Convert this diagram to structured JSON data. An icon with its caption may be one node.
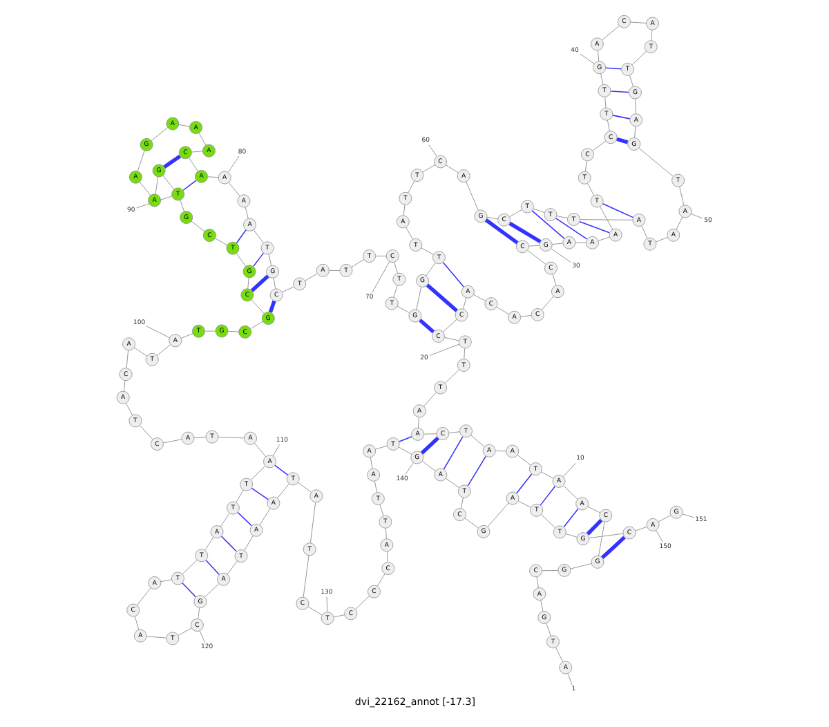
{
  "diagram": {
    "caption": "dvi_22162_annot [-17.3]",
    "nodes": [
      {
        "text": [
          "A"
        ]
      },
      {
        "text": [
          "T"
        ]
      },
      {
        "text": [
          "G"
        ]
      },
      {
        "text": [
          "A"
        ]
      },
      {
        "text": [
          "C"
        ]
      },
      {
        "text": [
          "G"
        ]
      },
      {
        "text": [
          "G"
        ]
      },
      {
        "text": [
          "C"
        ]
      },
      {
        "text": [
          "A"
        ]
      },
      {
        "text": [
          "A"
        ]
      },
      {
        "text": [
          "T"
        ]
      },
      {
        "text": [
          "A"
        ]
      },
      {
        "text": [
          "A"
        ]
      },
      {
        "text": [
          "T"
        ]
      },
      {
        "text": [
          "C"
        ]
      },
      {
        "text": [
          "A"
        ]
      },
      {
        "text": [
          "A"
        ]
      },
      {
        "text": [
          "T"
        ]
      },
      {
        "text": [
          "T"
        ]
      },
      {
        "text": [
          "T"
        ]
      },
      {
        "text": [
          "C"
        ]
      },
      {
        "text": [
          "C"
        ]
      },
      {
        "text": [
          "A"
        ]
      },
      {
        "text": [
          "C"
        ]
      },
      {
        "text": [
          "A"
        ]
      },
      {
        "text": [
          "C"
        ]
      },
      {
        "text": [
          "A"
        ]
      },
      {
        "text": [
          "C"
        ]
      },
      {
        "text": [
          "C"
        ]
      },
      {
        "text": [
          "G"
        ]
      },
      {
        "text": [
          "A"
        ]
      },
      {
        "text": [
          "A"
        ]
      },
      {
        "text": [
          "A"
        ]
      },
      {
        "text": [
          "T"
        ]
      },
      {
        "text": [
          "T"
        ]
      },
      {
        "text": [
          "C"
        ]
      },
      {
        "text": [
          "C"
        ]
      },
      {
        "text": [
          "T"
        ]
      },
      {
        "text": [
          "T"
        ]
      },
      {
        "text": [
          "G"
        ]
      },
      {
        "text": [
          "A"
        ]
      },
      {
        "text": [
          "C"
        ]
      },
      {
        "text": [
          "A"
        ]
      },
      {
        "text": [
          "T"
        ]
      },
      {
        "text": [
          "T"
        ]
      },
      {
        "text": [
          "G"
        ]
      },
      {
        "text": [
          "A"
        ]
      },
      {
        "text": [
          "G"
        ]
      },
      {
        "text": [
          "T"
        ]
      },
      {
        "text": [
          "A"
        ]
      },
      {
        "text": [
          "A"
        ]
      },
      {
        "text": [
          "T"
        ]
      },
      {
        "text": [
          "A"
        ]
      },
      {
        "text": [
          "T"
        ]
      },
      {
        "text": [
          "T"
        ]
      },
      {
        "text": [
          "T"
        ]
      },
      {
        "text": [
          "C"
        ]
      },
      {
        "text": [
          "G"
        ]
      },
      {
        "text": [
          "A"
        ]
      },
      {
        "text": [
          "C"
        ]
      },
      {
        "text": [
          "T"
        ]
      },
      {
        "text": [
          "T"
        ]
      },
      {
        "text": [
          "A"
        ]
      },
      {
        "text": [
          "T"
        ]
      },
      {
        "text": [
          "T"
        ]
      },
      {
        "text": [
          "G"
        ]
      },
      {
        "text": [
          "G"
        ]
      },
      {
        "text": [
          "T"
        ]
      },
      {
        "text": [
          "T"
        ]
      },
      {
        "text": [
          "C"
        ]
      },
      {
        "text": [
          "T"
        ]
      },
      {
        "text": [
          "T"
        ]
      },
      {
        "text": [
          "A"
        ]
      },
      {
        "text": [
          "T"
        ]
      },
      {
        "text": [
          "C"
        ]
      },
      {
        "text": [
          "G"
        ]
      },
      {
        "text": [
          "T"
        ]
      },
      {
        "text": [
          "A"
        ]
      },
      {
        "text": [
          "A"
        ]
      },
      {
        "text": [
          "A"
        ]
      },
      {
        "text": [
          "A"
        ]
      },
      {
        "text": [
          "C"
        ]
      },
      {
        "text": [
          "A"
        ]
      },
      {
        "text": [
          "A"
        ]
      },
      {
        "text": [
          "A"
        ]
      },
      {
        "text": [
          "G"
        ]
      },
      {
        "text": [
          "A"
        ]
      },
      {
        "text": [
          "A"
        ]
      },
      {
        "text": [
          "G"
        ]
      },
      {
        "text": [
          "T"
        ]
      },
      {
        "text": [
          "G"
        ]
      },
      {
        "text": [
          "C"
        ]
      },
      {
        "text": [
          "T"
        ]
      },
      {
        "text": [
          "G"
        ]
      },
      {
        "text": [
          "C"
        ]
      },
      {
        "text": [
          "G"
        ]
      },
      {
        "text": [
          "C"
        ]
      },
      {
        "text": [
          "G"
        ]
      },
      {
        "text": [
          "T"
        ]
      },
      {
        "text": [
          "A"
        ]
      },
      {
        "text": [
          "T"
        ]
      },
      {
        "text": [
          "A"
        ]
      },
      {
        "text": [
          "C"
        ]
      },
      {
        "text": [
          "A"
        ]
      },
      {
        "text": [
          "T"
        ]
      },
      {
        "text": [
          "C"
        ]
      },
      {
        "text": [
          "A"
        ]
      },
      {
        "text": [
          "T"
        ]
      },
      {
        "text": [
          "A"
        ]
      },
      {
        "text": [
          "A"
        ]
      },
      {
        "text": [
          "T"
        ]
      },
      {
        "text": [
          "T"
        ]
      },
      {
        "text": [
          "A"
        ]
      },
      {
        "text": [
          "T"
        ]
      },
      {
        "text": [
          "T"
        ]
      },
      {
        "text": [
          "A"
        ]
      },
      {
        "text": [
          "C"
        ]
      },
      {
        "text": [
          "A"
        ]
      },
      {
        "text": [
          "T"
        ]
      },
      {
        "text": [
          "C"
        ]
      },
      {
        "text": [
          "G"
        ]
      },
      {
        "text": [
          "A"
        ]
      },
      {
        "text": [
          "T"
        ]
      },
      {
        "text": [
          "A"
        ]
      },
      {
        "text": [
          "A"
        ]
      },
      {
        "text": [
          "T"
        ]
      },
      {
        "text": [
          "A"
        ]
      },
      {
        "text": [
          "T"
        ]
      },
      {
        "text": [
          "C"
        ]
      },
      {
        "text": [
          "T"
        ]
      },
      {
        "text": [
          "C"
        ]
      },
      {
        "text": [
          "C"
        ]
      },
      {
        "text": [
          "C"
        ]
      },
      {
        "text": [
          "A"
        ]
      },
      {
        "text": [
          "T"
        ]
      },
      {
        "text": [
          "T"
        ]
      },
      {
        "text": [
          "A"
        ]
      },
      {
        "text": [
          "A"
        ]
      },
      {
        "text": [
          "T"
        ]
      },
      {
        "text": [
          "G"
        ]
      },
      {
        "text": [
          "A"
        ]
      },
      {
        "text": [
          "T"
        ]
      },
      {
        "text": [
          "C"
        ]
      },
      {
        "text": [
          "G"
        ]
      },
      {
        "text": [
          "A"
        ]
      },
      {
        "text": [
          "T"
        ]
      },
      {
        "text": [
          "T"
        ]
      },
      {
        "text": [
          "G"
        ]
      },
      {
        "text": [
          "C"
        ]
      },
      {
        "text": [
          "A"
        ]
      },
      {
        "text": [
          "G"
        ]
      },
      {
        "text": [
          "1"
        ]
      },
      {
        "text": [
          "10"
        ]
      },
      {
        "text": [
          "20"
        ]
      },
      {
        "text": [
          "30"
        ]
      },
      {
        "text": [
          "40"
        ]
      },
      {
        "text": [
          "50"
        ]
      },
      {
        "text": [
          "60"
        ]
      },
      {
        "text": [
          "70"
        ]
      },
      {
        "text": [
          "80"
        ]
      },
      {
        "text": [
          "90"
        ]
      },
      {
        "text": [
          "100"
        ]
      },
      {
        "text": [
          "110"
        ]
      },
      {
        "text": [
          "120"
        ]
      },
      {
        "text": [
          "130"
        ]
      },
      {
        "text": [
          "140"
        ]
      },
      {
        "text": [
          "150"
        ]
      },
      {
        "text": [
          "151"
        ]
      }
    ],
    "edges": [
      {
        "from": 0,
        "to": 1,
        "arrow": "none"
      },
      {
        "from": 1,
        "to": 2,
        "arrow": "none"
      },
      {
        "from": 2,
        "to": 3,
        "arrow": "none"
      },
      {
        "from": 3,
        "to": 4,
        "arrow": "none"
      },
      {
        "from": 4,
        "to": 5,
        "arrow": "none"
      },
      {
        "from": 5,
        "to": 6,
        "arrow": "none"
      },
      {
        "from": 6,
        "to": 7,
        "arrow": "none"
      },
      {
        "from": 7,
        "to": 8,
        "arrow": "none"
      },
      {
        "from": 8,
        "to": 9,
        "arrow": "none"
      },
      {
        "from": 9,
        "to": 10,
        "arrow": "none"
      },
      {
        "from": 10,
        "to": 11,
        "arrow": "none"
      },
      {
        "from": 11,
        "to": 12,
        "arrow": "none"
      },
      {
        "from": 12,
        "to": 13,
        "arrow": "none"
      },
      {
        "from": 13,
        "to": 14,
        "arrow": "none"
      },
      {
        "from": 14,
        "to": 15,
        "arrow": "none"
      },
      {
        "from": 15,
        "to": 16,
        "arrow": "none"
      },
      {
        "from": 16,
        "to": 17,
        "arrow": "none"
      },
      {
        "from": 17,
        "to": 18,
        "arrow": "none"
      },
      {
        "from": 18,
        "to": 19,
        "arrow": "none"
      },
      {
        "from": 19,
        "to": 20,
        "arrow": "none"
      },
      {
        "from": 20,
        "to": 21,
        "arrow": "none"
      },
      {
        "from": 21,
        "to": 22,
        "arrow": "none"
      },
      {
        "from": 22,
        "to": 23,
        "arrow": "none"
      },
      {
        "from": 23,
        "to": 24,
        "arrow": "none"
      },
      {
        "from": 24,
        "to": 25,
        "arrow": "none"
      },
      {
        "from": 25,
        "to": 26,
        "arrow": "none"
      },
      {
        "from": 26,
        "to": 27,
        "arrow": "none"
      },
      {
        "from": 27,
        "to": 28,
        "arrow": "none"
      },
      {
        "from": 28,
        "to": 29,
        "arrow": "none"
      },
      {
        "from": 29,
        "to": 30,
        "arrow": "none"
      },
      {
        "from": 30,
        "to": 31,
        "arrow": "none"
      },
      {
        "from": 31,
        "to": 32,
        "arrow": "none"
      },
      {
        "from": 32,
        "to": 33,
        "arrow": "none"
      },
      {
        "from": 33,
        "to": 34,
        "arrow": "none"
      },
      {
        "from": 34,
        "to": 35,
        "arrow": "none"
      },
      {
        "from": 35,
        "to": 36,
        "arrow": "none"
      },
      {
        "from": 36,
        "to": 37,
        "arrow": "none"
      },
      {
        "from": 37,
        "to": 38,
        "arrow": "none"
      },
      {
        "from": 38,
        "to": 39,
        "arrow": "none"
      },
      {
        "from": 39,
        "to": 40,
        "arrow": "none"
      },
      {
        "from": 40,
        "to": 41,
        "arrow": "none"
      },
      {
        "from": 41,
        "to": 42,
        "arrow": "none"
      },
      {
        "from": 42,
        "to": 43,
        "arrow": "none"
      },
      {
        "from": 43,
        "to": 44,
        "arrow": "none"
      },
      {
        "from": 44,
        "to": 45,
        "arrow": "none"
      },
      {
        "from": 45,
        "to": 46,
        "arrow": "none"
      },
      {
        "from": 46,
        "to": 47,
        "arrow": "none"
      },
      {
        "from": 47,
        "to": 48,
        "arrow": "none"
      },
      {
        "from": 48,
        "to": 49,
        "arrow": "none"
      },
      {
        "from": 49,
        "to": 50,
        "arrow": "none"
      },
      {
        "from": 50,
        "to": 51,
        "arrow": "none"
      },
      {
        "from": 51,
        "to": 52,
        "arrow": "none"
      },
      {
        "from": 52,
        "to": 53,
        "arrow": "none"
      },
      {
        "from": 53,
        "to": 54,
        "arrow": "none"
      },
      {
        "from": 54,
        "to": 55,
        "arrow": "none"
      },
      {
        "from": 55,
        "to": 56,
        "arrow": "none"
      },
      {
        "from": 56,
        "to": 57,
        "arrow": "none"
      },
      {
        "from": 57,
        "to": 58,
        "arrow": "none"
      },
      {
        "from": 58,
        "to": 59,
        "arrow": "none"
      },
      {
        "from": 59,
        "to": 60,
        "arrow": "none"
      },
      {
        "from": 60,
        "to": 61,
        "arrow": "none"
      },
      {
        "from": 61,
        "to": 62,
        "arrow": "none"
      },
      {
        "from": 62,
        "to": 63,
        "arrow": "none"
      },
      {
        "from": 63,
        "to": 64,
        "arrow": "none"
      },
      {
        "from": 64,
        "to": 65,
        "arrow": "none"
      },
      {
        "from": 65,
        "to": 66,
        "arrow": "none"
      },
      {
        "from": 66,
        "to": 67,
        "arrow": "none"
      },
      {
        "from": 67,
        "to": 68,
        "arrow": "none"
      },
      {
        "from": 68,
        "to": 69,
        "arrow": "none"
      },
      {
        "from": 69,
        "to": 70,
        "arrow": "none"
      },
      {
        "from": 70,
        "to": 71,
        "arrow": "none"
      },
      {
        "from": 71,
        "to": 72,
        "arrow": "none"
      },
      {
        "from": 72,
        "to": 73,
        "arrow": "none"
      },
      {
        "from": 73,
        "to": 74,
        "arrow": "none"
      },
      {
        "from": 74,
        "to": 75,
        "arrow": "none"
      },
      {
        "from": 75,
        "to": 76,
        "arrow": "none"
      },
      {
        "from": 76,
        "to": 77,
        "arrow": "none"
      },
      {
        "from": 77,
        "to": 78,
        "arrow": "none"
      },
      {
        "from": 78,
        "to": 79,
        "arrow": "none"
      },
      {
        "from": 79,
        "to": 80,
        "arrow": "none"
      },
      {
        "from": 80,
        "to": 81,
        "arrow": "none"
      },
      {
        "from": 81,
        "to": 82,
        "arrow": "none"
      },
      {
        "from": 82,
        "to": 83,
        "arrow": "none"
      },
      {
        "from": 83,
        "to": 84,
        "arrow": "none"
      },
      {
        "from": 84,
        "to": 85,
        "arrow": "none"
      },
      {
        "from": 85,
        "to": 86,
        "arrow": "none"
      },
      {
        "from": 86,
        "to": 87,
        "arrow": "none"
      },
      {
        "from": 87,
        "to": 88,
        "arrow": "none"
      },
      {
        "from": 88,
        "to": 89,
        "arrow": "none"
      },
      {
        "from": 89,
        "to": 90,
        "arrow": "none"
      },
      {
        "from": 90,
        "to": 91,
        "arrow": "none"
      },
      {
        "from": 91,
        "to": 92,
        "arrow": "none"
      },
      {
        "from": 92,
        "to": 93,
        "arrow": "none"
      },
      {
        "from": 93,
        "to": 94,
        "arrow": "none"
      },
      {
        "from": 94,
        "to": 95,
        "arrow": "none"
      },
      {
        "from": 95,
        "to": 96,
        "arrow": "none"
      },
      {
        "from": 96,
        "to": 97,
        "arrow": "none"
      },
      {
        "from": 97,
        "to": 98,
        "arrow": "none"
      },
      {
        "from": 98,
        "to": 99,
        "arrow": "none"
      },
      {
        "from": 99,
        "to": 100,
        "arrow": "none"
      },
      {
        "from": 100,
        "to": 101,
        "arrow": "none"
      },
      {
        "from": 101,
        "to": 102,
        "arrow": "none"
      },
      {
        "from": 102,
        "to": 103,
        "arrow": "none"
      },
      {
        "from": 103,
        "to": 104,
        "arrow": "none"
      },
      {
        "from": 104,
        "to": 105,
        "arrow": "none"
      },
      {
        "from": 105,
        "to": 106,
        "arrow": "none"
      },
      {
        "from": 106,
        "to": 107,
        "arrow": "none"
      },
      {
        "from": 107,
        "to": 108,
        "arrow": "none"
      },
      {
        "from": 108,
        "to": 109,
        "arrow": "none"
      },
      {
        "from": 109,
        "to": 110,
        "arrow": "none"
      },
      {
        "from": 110,
        "to": 111,
        "arrow": "none"
      },
      {
        "from": 111,
        "to": 112,
        "arrow": "none"
      },
      {
        "from": 112,
        "to": 113,
        "arrow": "none"
      },
      {
        "from": 113,
        "to": 114,
        "arrow": "none"
      },
      {
        "from": 114,
        "to": 115,
        "arrow": "none"
      },
      {
        "from": 115,
        "to": 116,
        "arrow": "none"
      },
      {
        "from": 116,
        "to": 117,
        "arrow": "none"
      },
      {
        "from": 117,
        "to": 118,
        "arrow": "none"
      },
      {
        "from": 118,
        "to": 119,
        "arrow": "none"
      },
      {
        "from": 119,
        "to": 120,
        "arrow": "none"
      },
      {
        "from": 120,
        "to": 121,
        "arrow": "none"
      },
      {
        "from": 121,
        "to": 122,
        "arrow": "none"
      },
      {
        "from": 122,
        "to": 123,
        "arrow": "none"
      },
      {
        "from": 123,
        "to": 124,
        "arrow": "none"
      },
      {
        "from": 124,
        "to": 125,
        "arrow": "none"
      },
      {
        "from": 125,
        "to": 126,
        "arrow": "none"
      },
      {
        "from": 126,
        "to": 127,
        "arrow": "none"
      },
      {
        "from": 127,
        "to": 128,
        "arrow": "none"
      },
      {
        "from": 128,
        "to": 129,
        "arrow": "none"
      },
      {
        "from": 129,
        "to": 130,
        "arrow": "none"
      },
      {
        "from": 130,
        "to": 131,
        "arrow": "none"
      },
      {
        "from": 131,
        "to": 132,
        "arrow": "none"
      },
      {
        "from": 132,
        "to": 133,
        "arrow": "none"
      },
      {
        "from": 133,
        "to": 134,
        "arrow": "none"
      },
      {
        "from": 134,
        "to": 135,
        "arrow": "none"
      },
      {
        "from": 135,
        "to": 136,
        "arrow": "none"
      },
      {
        "from": 136,
        "to": 137,
        "arrow": "none"
      },
      {
        "from": 137,
        "to": 138,
        "arrow": "none"
      },
      {
        "from": 138,
        "to": 139,
        "arrow": "none"
      },
      {
        "from": 139,
        "to": 140,
        "arrow": "none"
      },
      {
        "from": 140,
        "to": 141,
        "arrow": "none"
      },
      {
        "from": 141,
        "to": 142,
        "arrow": "none"
      },
      {
        "from": 142,
        "to": 143,
        "arrow": "none"
      },
      {
        "from": 143,
        "to": 144,
        "arrow": "none"
      },
      {
        "from": 144,
        "to": 145,
        "arrow": "none"
      },
      {
        "from": 145,
        "to": 146,
        "arrow": "none"
      },
      {
        "from": 146,
        "to": 147,
        "arrow": "none"
      },
      {
        "from": 147,
        "to": 148,
        "arrow": "none"
      },
      {
        "from": 148,
        "to": 149,
        "arrow": "none"
      },
      {
        "from": 149,
        "to": 150,
        "arrow": "none"
      },
      {
        "from": 6,
        "to": 148,
        "arrow": "none",
        "style": "thick",
        "color": "#3333ff"
      },
      {
        "from": 7,
        "to": 147,
        "arrow": "none",
        "style": "thick",
        "color": "#3333ff"
      },
      {
        "from": 8,
        "to": 146,
        "arrow": "none",
        "color": "#3333ff"
      },
      {
        "from": 9,
        "to": 145,
        "arrow": "none",
        "color": "#3333ff"
      },
      {
        "from": 10,
        "to": 144,
        "arrow": "none",
        "color": "#3333ff"
      },
      {
        "from": 12,
        "to": 141,
        "arrow": "none",
        "color": "#3333ff"
      },
      {
        "from": 13,
        "to": 140,
        "arrow": "none",
        "color": "#3333ff"
      },
      {
        "from": 14,
        "to": 139,
        "arrow": "none",
        "style": "thick",
        "color": "#3333ff"
      },
      {
        "from": 15,
        "to": 138,
        "arrow": "none",
        "color": "#3333ff"
      },
      {
        "from": 20,
        "to": 66,
        "arrow": "none",
        "style": "thick",
        "color": "#3333ff"
      },
      {
        "from": 21,
        "to": 65,
        "arrow": "none",
        "style": "thick",
        "color": "#3333ff"
      },
      {
        "from": 22,
        "to": 64,
        "arrow": "none",
        "color": "#3333ff"
      },
      {
        "from": 28,
        "to": 57,
        "arrow": "none",
        "style": "thick",
        "color": "#3333ff"
      },
      {
        "from": 29,
        "to": 56,
        "arrow": "none",
        "style": "thick",
        "color": "#3333ff"
      },
      {
        "from": 30,
        "to": 55,
        "arrow": "none",
        "color": "#3333ff"
      },
      {
        "from": 31,
        "to": 54,
        "arrow": "none",
        "color": "#3333ff"
      },
      {
        "from": 32,
        "to": 53,
        "arrow": "none",
        "color": "#3333ff"
      },
      {
        "from": 33,
        "to": 52,
        "arrow": "none",
        "color": "#3333ff"
      },
      {
        "from": 36,
        "to": 47,
        "arrow": "none",
        "style": "thick",
        "color": "#3333ff"
      },
      {
        "from": 37,
        "to": 46,
        "arrow": "none",
        "color": "#3333ff"
      },
      {
        "from": 38,
        "to": 45,
        "arrow": "none",
        "color": "#3333ff"
      },
      {
        "from": 39,
        "to": 44,
        "arrow": "none",
        "color": "#3333ff"
      },
      {
        "from": 74,
        "to": 95,
        "arrow": "none",
        "style": "thick",
        "color": "#3333ff"
      },
      {
        "from": 75,
        "to": 94,
        "arrow": "none",
        "style": "thick",
        "color": "#3333ff"
      },
      {
        "from": 76,
        "to": 93,
        "arrow": "none",
        "color": "#3333ff"
      },
      {
        "from": 77,
        "to": 92,
        "arrow": "none",
        "color": "#3333ff"
      },
      {
        "from": 80,
        "to": 89,
        "arrow": "none",
        "color": "#3333ff"
      },
      {
        "from": 81,
        "to": 88,
        "arrow": "none",
        "style": "thick",
        "color": "#3333ff"
      },
      {
        "from": 109,
        "to": 125,
        "arrow": "none",
        "color": "#3333ff"
      },
      {
        "from": 110,
        "to": 124,
        "arrow": "none",
        "color": "#3333ff"
      },
      {
        "from": 111,
        "to": 123,
        "arrow": "none",
        "color": "#3333ff"
      },
      {
        "from": 112,
        "to": 122,
        "arrow": "none",
        "color": "#3333ff"
      },
      {
        "from": 113,
        "to": 121,
        "arrow": "none",
        "color": "#3333ff"
      },
      {
        "from": 114,
        "to": 120,
        "arrow": "none",
        "color": "#3333ff"
      },
      {
        "from": 151,
        "to": 0,
        "arrow": "none"
      },
      {
        "from": 152,
        "to": 9,
        "arrow": "none"
      },
      {
        "from": 153,
        "to": 19,
        "arrow": "none"
      },
      {
        "from": 154,
        "to": 29,
        "arrow": "none"
      },
      {
        "from": 155,
        "to": 39,
        "arrow": "none"
      },
      {
        "from": 156,
        "to": 49,
        "arrow": "none"
      },
      {
        "from": 157,
        "to": 59,
        "arrow": "none"
      },
      {
        "from": 158,
        "to": 69,
        "arrow": "none"
      },
      {
        "from": 159,
        "to": 79,
        "arrow": "none"
      },
      {
        "from": 160,
        "to": 89,
        "arrow": "none"
      },
      {
        "from": 161,
        "to": 99,
        "arrow": "none"
      },
      {
        "from": 162,
        "to": 109,
        "arrow": "none"
      },
      {
        "from": 163,
        "to": 119,
        "arrow": "none"
      },
      {
        "from": 164,
        "to": 129,
        "arrow": "none"
      },
      {
        "from": 165,
        "to": 139,
        "arrow": "none"
      },
      {
        "from": 166,
        "to": 149,
        "arrow": "none"
      },
      {
        "from": 167,
        "to": 150,
        "arrow": "none"
      }
    ]
  }
}
